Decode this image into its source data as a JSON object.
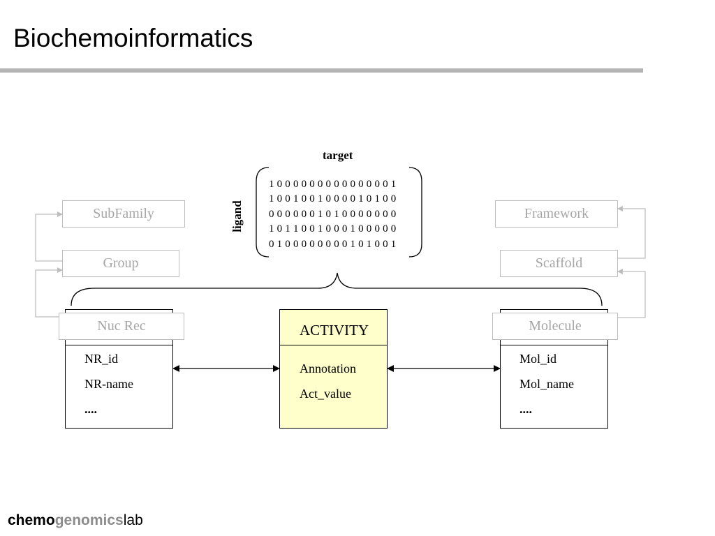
{
  "slide": {
    "title": "Biochemoinformatics"
  },
  "matrix": {
    "top_label": "target",
    "side_label": "ligand",
    "rows": [
      "1 0 0 0 0 0 0 0 0 0 0 0 0 0 0 1",
      "1 0 0 1 0 0 1 0 0 0 0 1 0 1 0 0",
      "0 0 0 0 0 0 1 0 1 0 0 0 0 0 0 0",
      "1 0 1 1 0 0 1 0 0 0 1 0 0 0 0 0",
      "0 1 0 0 0 0 0 0 0 0 1 0 1 0 0 1"
    ]
  },
  "left_hierarchy": {
    "top": "SubFamily",
    "middle": "Group",
    "bottom": "Nuc Rec"
  },
  "right_hierarchy": {
    "top": "Framework",
    "middle": "Scaffold",
    "bottom": "Molecule"
  },
  "tables": {
    "receptor": {
      "fields": [
        "NR_id",
        "NR-name",
        "...."
      ]
    },
    "activity": {
      "header": "ACTIVITY",
      "fields": [
        "Annotation",
        "Act_value"
      ]
    },
    "molecule": {
      "fields": [
        "Mol_id",
        "Mol_name",
        "...."
      ]
    }
  },
  "footer": {
    "logo_part1": "chemo",
    "logo_part2": "genomics",
    "logo_part3": "lab"
  },
  "colors": {
    "grey_box": "#bdbdbd",
    "grey_text": "#a6a6a6",
    "activity_fill": "#ffffcc",
    "rule": "#b4b4b4"
  }
}
